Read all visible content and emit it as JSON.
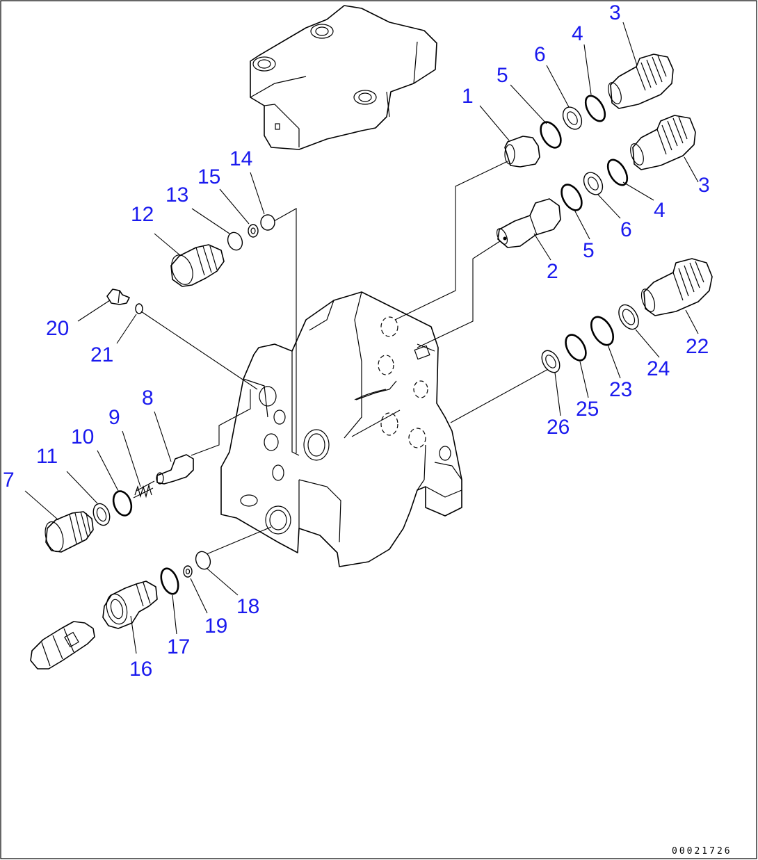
{
  "drawing_code": "00021726",
  "callouts": [
    {
      "id": "n1",
      "text": "1"
    },
    {
      "id": "n2",
      "text": "2"
    },
    {
      "id": "n3a",
      "text": "3"
    },
    {
      "id": "n3b",
      "text": "3"
    },
    {
      "id": "n4a",
      "text": "4"
    },
    {
      "id": "n4b",
      "text": "4"
    },
    {
      "id": "n5a",
      "text": "5"
    },
    {
      "id": "n5b",
      "text": "5"
    },
    {
      "id": "n6a",
      "text": "6"
    },
    {
      "id": "n6b",
      "text": "6"
    },
    {
      "id": "n7",
      "text": "7"
    },
    {
      "id": "n8",
      "text": "8"
    },
    {
      "id": "n9",
      "text": "9"
    },
    {
      "id": "n10",
      "text": "10"
    },
    {
      "id": "n11",
      "text": "11"
    },
    {
      "id": "n12",
      "text": "12"
    },
    {
      "id": "n13",
      "text": "13"
    },
    {
      "id": "n14",
      "text": "14"
    },
    {
      "id": "n15",
      "text": "15"
    },
    {
      "id": "n16",
      "text": "16"
    },
    {
      "id": "n17",
      "text": "17"
    },
    {
      "id": "n18",
      "text": "18"
    },
    {
      "id": "n19",
      "text": "19"
    },
    {
      "id": "n20",
      "text": "20"
    },
    {
      "id": "n21",
      "text": "21"
    },
    {
      "id": "n22",
      "text": "22"
    },
    {
      "id": "n23",
      "text": "23"
    },
    {
      "id": "n24",
      "text": "24"
    },
    {
      "id": "n25",
      "text": "25"
    },
    {
      "id": "n26",
      "text": "26"
    }
  ]
}
